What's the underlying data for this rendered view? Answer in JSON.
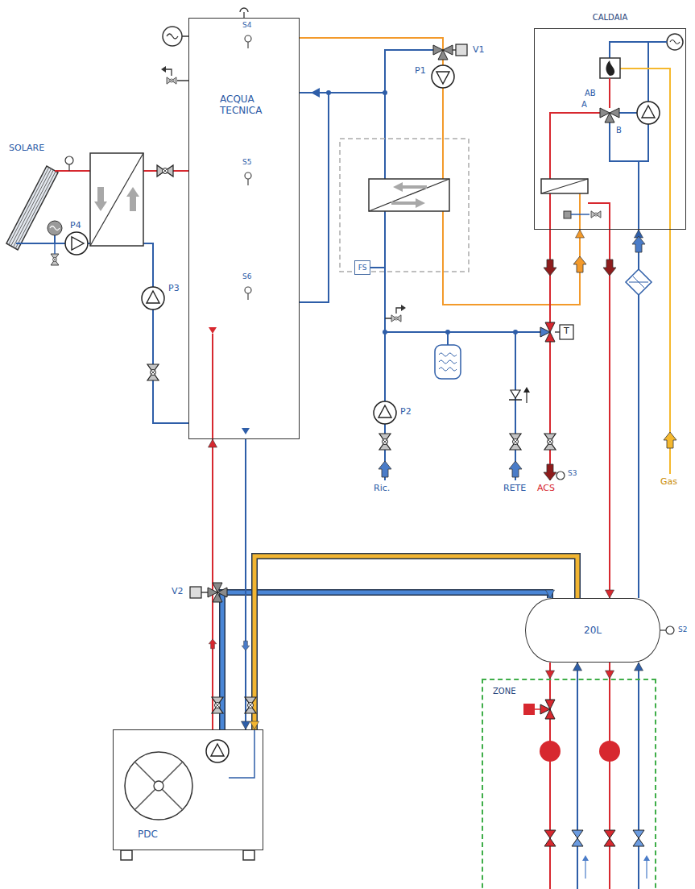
{
  "diagram": {
    "nodes": [
      {
        "text": [
          "CALDAIA"
        ]
      },
      {
        "text": [
          "ACQUA TECNICA"
        ]
      },
      {
        "text": [
          "20L"
        ]
      },
      {
        "text": [
          "ZONE"
        ]
      },
      {
        "text": [
          "PDC"
        ]
      },
      {
        "text": [
          "FS"
        ]
      }
    ],
    "edges": [
      {
        "from": 0,
        "to": 2,
        "arrow": "to"
      },
      {
        "from": 2,
        "to": 0,
        "arrow": "to"
      },
      {
        "from": 2,
        "to": 3,
        "arrow": "to"
      },
      {
        "from": 3,
        "to": 2,
        "arrow": "to"
      },
      {
        "from": 2,
        "to": 3,
        "arrow": "to"
      },
      {
        "from": 3,
        "to": 2,
        "arrow": "to"
      },
      {
        "from": 4,
        "to": 2,
        "arrow": "to"
      },
      {
        "from": 2,
        "to": 4,
        "arrow": "to"
      },
      {
        "from": 4,
        "to": 1,
        "arrow": "to"
      },
      {
        "from": 1,
        "to": 4,
        "arrow": "to"
      },
      {
        "from": 1,
        "to": 0,
        "arrow": "to"
      }
    ],
    "labels": [
      "SOLARE",
      "S4",
      "S5",
      "S6",
      "V1",
      "P1",
      "P4",
      "P3",
      "P2",
      "AB",
      "A",
      "B",
      "T",
      "Ric.",
      "RETE",
      "ACS",
      "S3",
      "Gas",
      "V2",
      "S2"
    ]
  }
}
